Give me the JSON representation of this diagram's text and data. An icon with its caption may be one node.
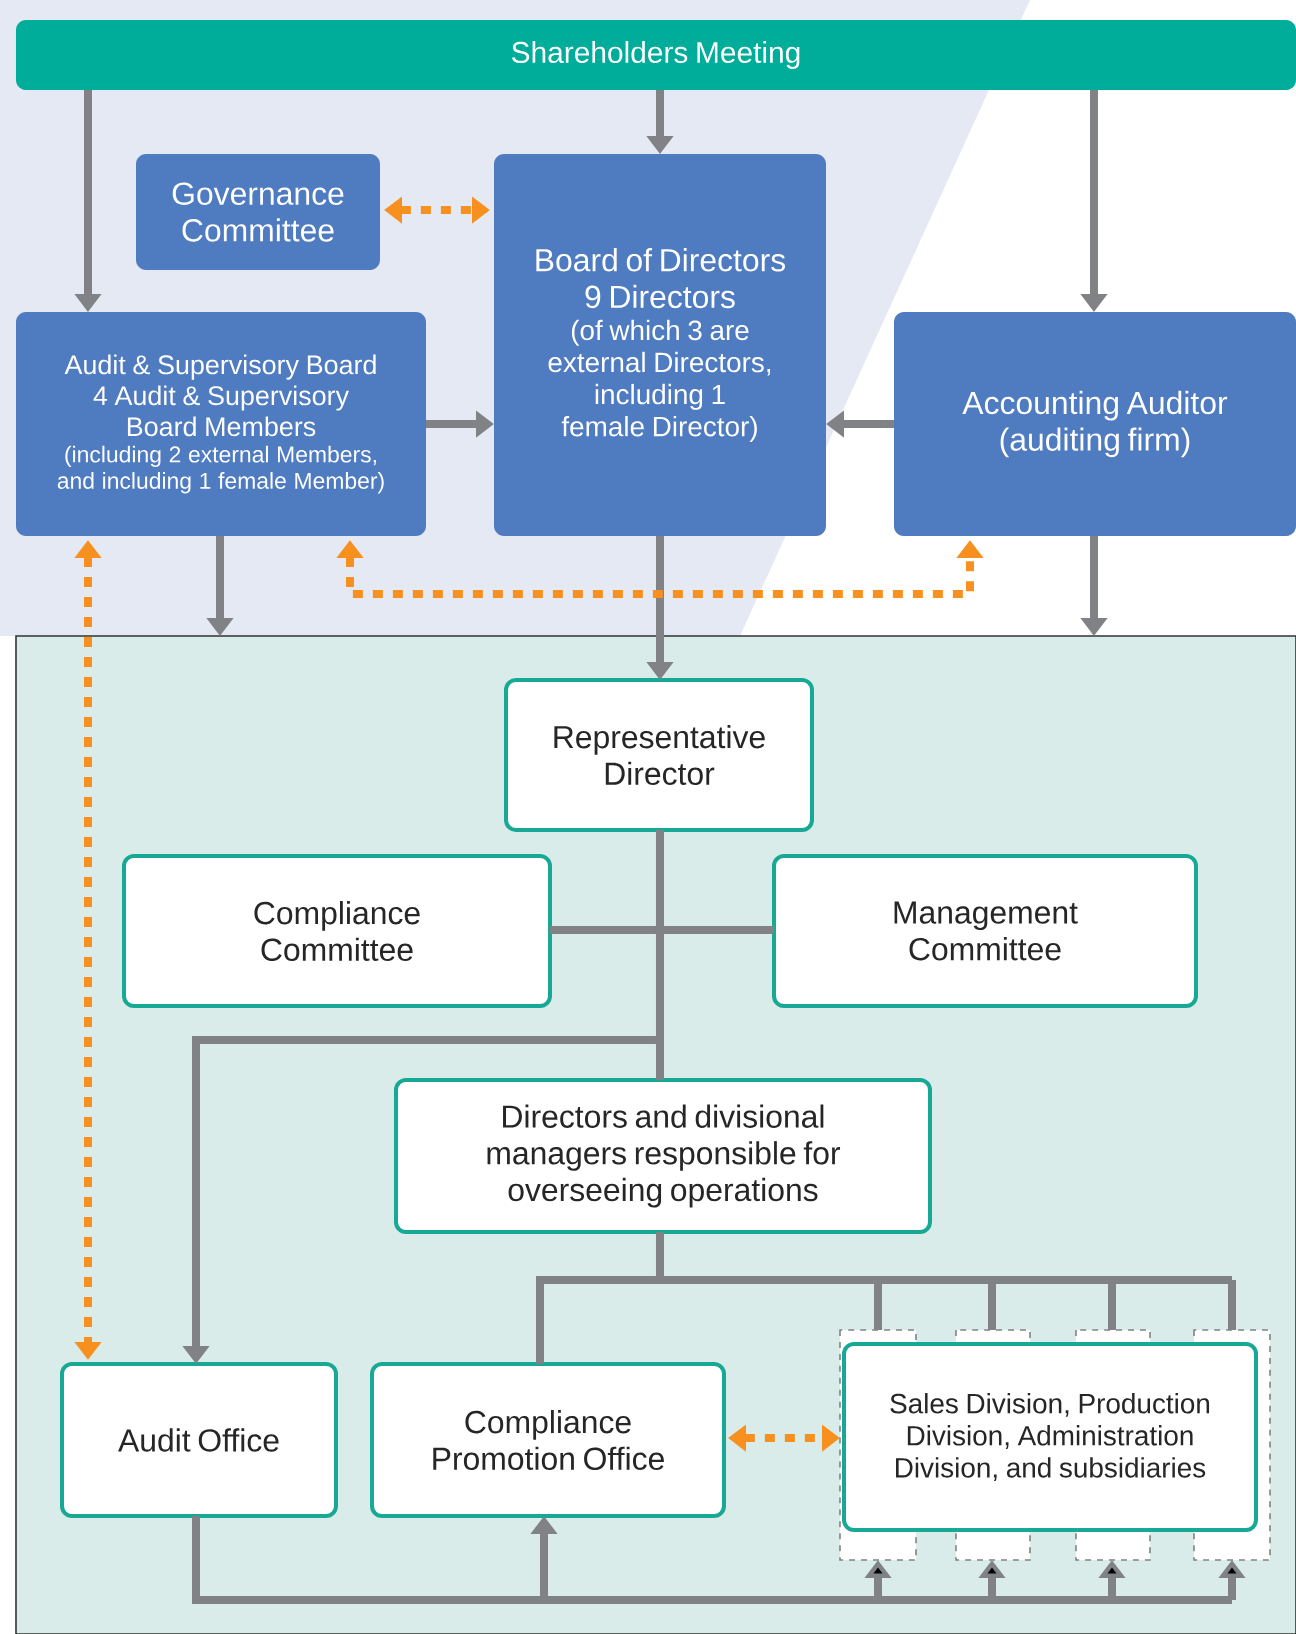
{
  "diagram": {
    "nodes": [
      {
        "text": [
          "Shareholders Meeting"
        ]
      },
      {
        "text": [
          "Governance Committee"
        ]
      },
      {
        "text": [
          "Board of Directors",
          "9 Directors",
          "(of which 3 are external Directors, including 1 female Director)"
        ]
      },
      {
        "text": [
          "Audit & Supervisory Board",
          "4 Audit & Supervisory Board Members",
          "(including 2 external Members, and including 1 female Member)"
        ]
      },
      {
        "text": [
          "Accounting Auditor (auditing firm)"
        ]
      },
      {
        "text": [],
        "shape": "box"
      },
      {
        "text": [
          "Representative Director"
        ],
        "in": 5
      },
      {
        "text": [
          "Compliance Committee"
        ],
        "in": 5
      },
      {
        "text": [
          "Management Committee"
        ],
        "in": 5
      },
      {
        "text": [
          "Directors and divisional managers responsible for overseeing operations"
        ],
        "in": 5
      },
      {
        "text": [
          "Audit Office"
        ],
        "in": 5
      },
      {
        "text": [
          "Compliance Promotion Office"
        ],
        "in": 5
      },
      {
        "text": [
          "Sales Division, Production Division, Administration Division, and subsidiaries"
        ],
        "in": 5
      }
    ],
    "edges": [
      {
        "from": 0,
        "to": 3,
        "arrow": "to"
      },
      {
        "from": 0,
        "to": 2,
        "arrow": "to"
      },
      {
        "from": 0,
        "to": 4,
        "arrow": "to"
      },
      {
        "from": 1,
        "to": 2,
        "arrow": "both",
        "style": "dashed",
        "color": "#f7901e"
      },
      {
        "from": 3,
        "to": 2,
        "arrow": "to"
      },
      {
        "from": 4,
        "to": 2,
        "arrow": "to"
      },
      {
        "from": 3,
        "to": 5,
        "arrow": "to"
      },
      {
        "from": 4,
        "to": 5,
        "arrow": "to"
      },
      {
        "from": 2,
        "to": 6,
        "arrow": "to"
      },
      {
        "from": 3,
        "to": 4,
        "arrow": "both",
        "style": "dashed",
        "color": "#f7901e"
      },
      {
        "from": 3,
        "to": 10,
        "arrow": "both",
        "style": "dashed",
        "color": "#f7901e"
      },
      {
        "from": 6,
        "to": 7,
        "arrow": "none"
      },
      {
        "from": 6,
        "to": 8,
        "arrow": "none"
      },
      {
        "from": 6,
        "to": 9,
        "arrow": "none"
      },
      {
        "from": 6,
        "to": 10,
        "arrow": "to"
      },
      {
        "from": 9,
        "to": 11,
        "arrow": "none"
      },
      {
        "from": 9,
        "to": 12,
        "arrow": "none"
      },
      {
        "from": 11,
        "to": 12,
        "arrow": "both",
        "style": "dashed",
        "color": "#f7901e"
      },
      {
        "from": 10,
        "to": 11,
        "arrow": "to"
      },
      {
        "from": 10,
        "to": 12,
        "arrow": "to"
      }
    ]
  }
}
